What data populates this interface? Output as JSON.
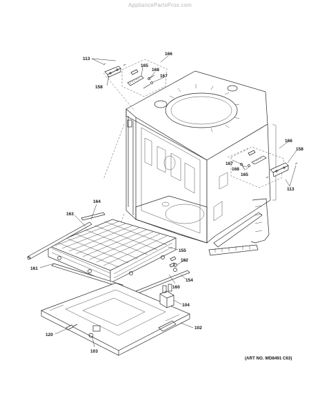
{
  "watermark": "AppliancePartsPros.com",
  "art_number": "(ART NO. WD8491 C63)",
  "callouts": {
    "c113_top": "113",
    "c166_top": "166",
    "c165_top": "165",
    "c168_top": "168",
    "c167_top": "167",
    "c158_top": "158",
    "c166_right": "166",
    "c158_right": "158",
    "c167_right": "167",
    "c168_right": "168",
    "c165_right": "165",
    "c113_right": "113",
    "c164_top": "164",
    "c163": "163",
    "c155": "155",
    "c161": "161",
    "c162": "162",
    "c160": "160",
    "c154": "154",
    "c104": "104",
    "c102": "102",
    "c120": "120",
    "c103": "103"
  }
}
